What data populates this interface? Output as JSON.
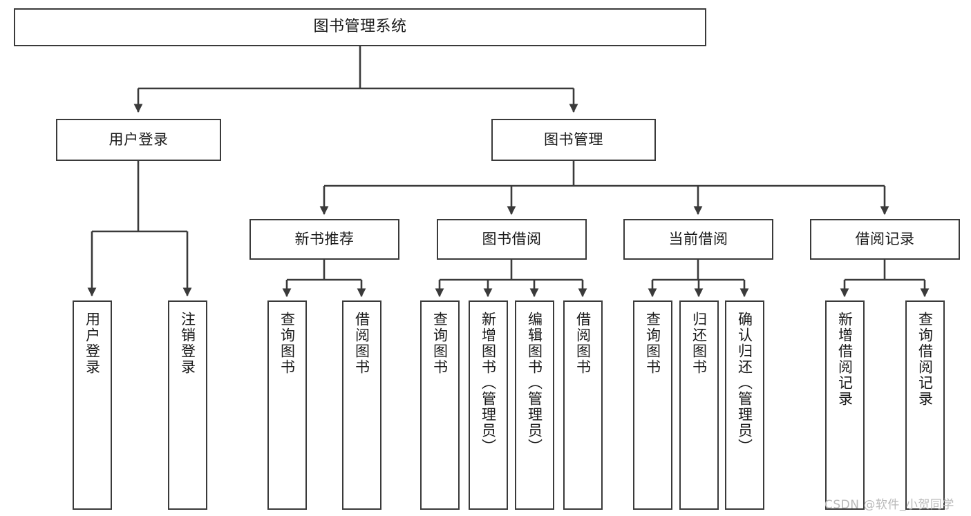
{
  "diagram": {
    "title": "图书管理系统",
    "type": "tree-hierarchy-chart",
    "orientation": "top-down",
    "colors": {
      "background": "#ffffff",
      "box_border": "#3a3a3a",
      "box_fill": "#ffffff",
      "connector": "#3a3a3a",
      "text": "#1a1a1a",
      "watermark": "#b9b9b9"
    },
    "watermark": "CSDN @软件_小贺同学"
  },
  "nodes": {
    "root": {
      "label": "图书管理系统"
    },
    "level1": [
      {
        "label": "用户登录"
      },
      {
        "label": "图书管理"
      }
    ],
    "level2": [
      {
        "label": "新书推荐"
      },
      {
        "label": "图书借阅"
      },
      {
        "label": "当前借阅"
      },
      {
        "label": "借阅记录"
      }
    ],
    "leaves": {
      "user_login": [
        {
          "label": "用户登录"
        },
        {
          "label": "注销登录"
        }
      ],
      "new_book_recommend": [
        {
          "label": "查询图书"
        },
        {
          "label": "借阅图书"
        }
      ],
      "book_borrow": [
        {
          "label": "查询图书"
        },
        {
          "label": "新增图书（管理员）"
        },
        {
          "label": "编辑图书（管理员）"
        },
        {
          "label": "借阅图书"
        }
      ],
      "current_borrow": [
        {
          "label": "查询图书"
        },
        {
          "label": "归还图书"
        },
        {
          "label": "确认归还（管理员）"
        }
      ],
      "borrow_record": [
        {
          "label": "新增借阅记录"
        },
        {
          "label": "查询借阅记录"
        }
      ]
    }
  }
}
